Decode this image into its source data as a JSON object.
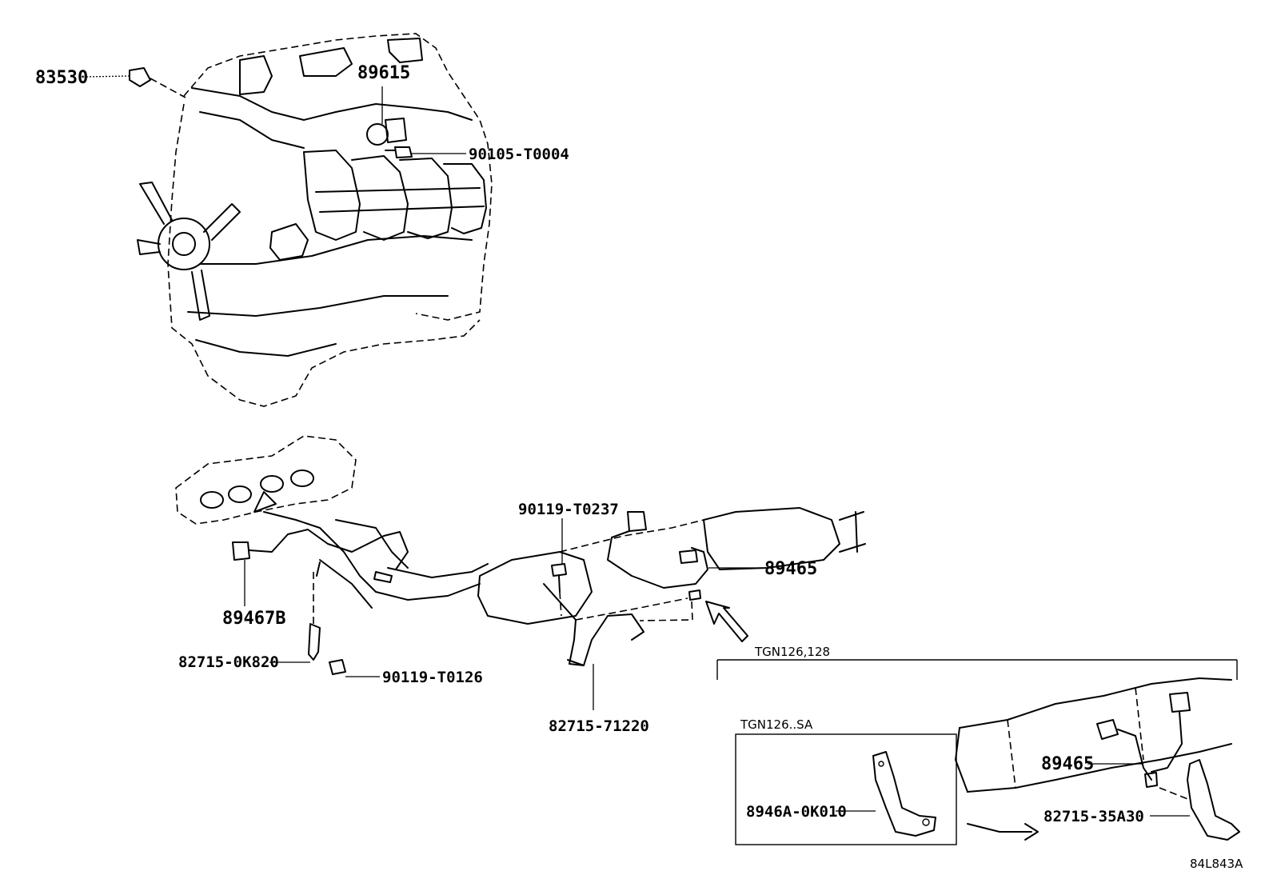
{
  "labels": {
    "p83530": "83530",
    "p89615": "89615",
    "p90105": "90105-T0004",
    "p90119a": "90119-T0237",
    "p89465a": "89465",
    "p89467b": "89467B",
    "p82715a": "82715-0K820",
    "p90119b": "90119-T0126",
    "p82715b": "82715-71220",
    "tgn126_128": "TGN126,128",
    "tgn126_sa": "TGN126..SA",
    "p89465b": "89465",
    "p8946a": "8946A-0K010",
    "p82715c": "82715-35A30",
    "figure_id": "84L843A"
  }
}
